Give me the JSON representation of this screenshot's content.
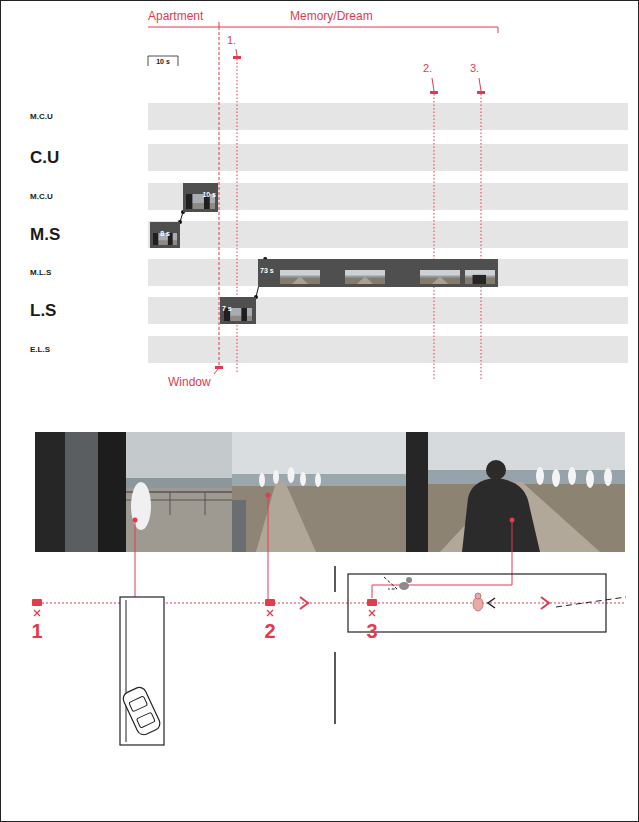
{
  "diagram": {
    "nodes": [
      {
        "text": [
          "8 s"
        ]
      },
      {
        "text": [
          "10 s"
        ]
      },
      {
        "text": [
          "7 s"
        ]
      },
      {
        "text": [
          "73 s"
        ]
      }
    ],
    "edges": [
      {
        "from": 0,
        "to": 1,
        "arrow": "none"
      },
      {
        "from": 2,
        "to": 3,
        "arrow": "none"
      }
    ],
    "labels": [
      "Apartment",
      "Memory/Dream",
      "10 s",
      "1.",
      "2.",
      "3.",
      "M.C.U",
      "C.U",
      "M.C.U",
      "M.S",
      "M.L.S",
      "L.S",
      "E.L.S",
      "Window",
      "1",
      "2",
      "3"
    ]
  }
}
